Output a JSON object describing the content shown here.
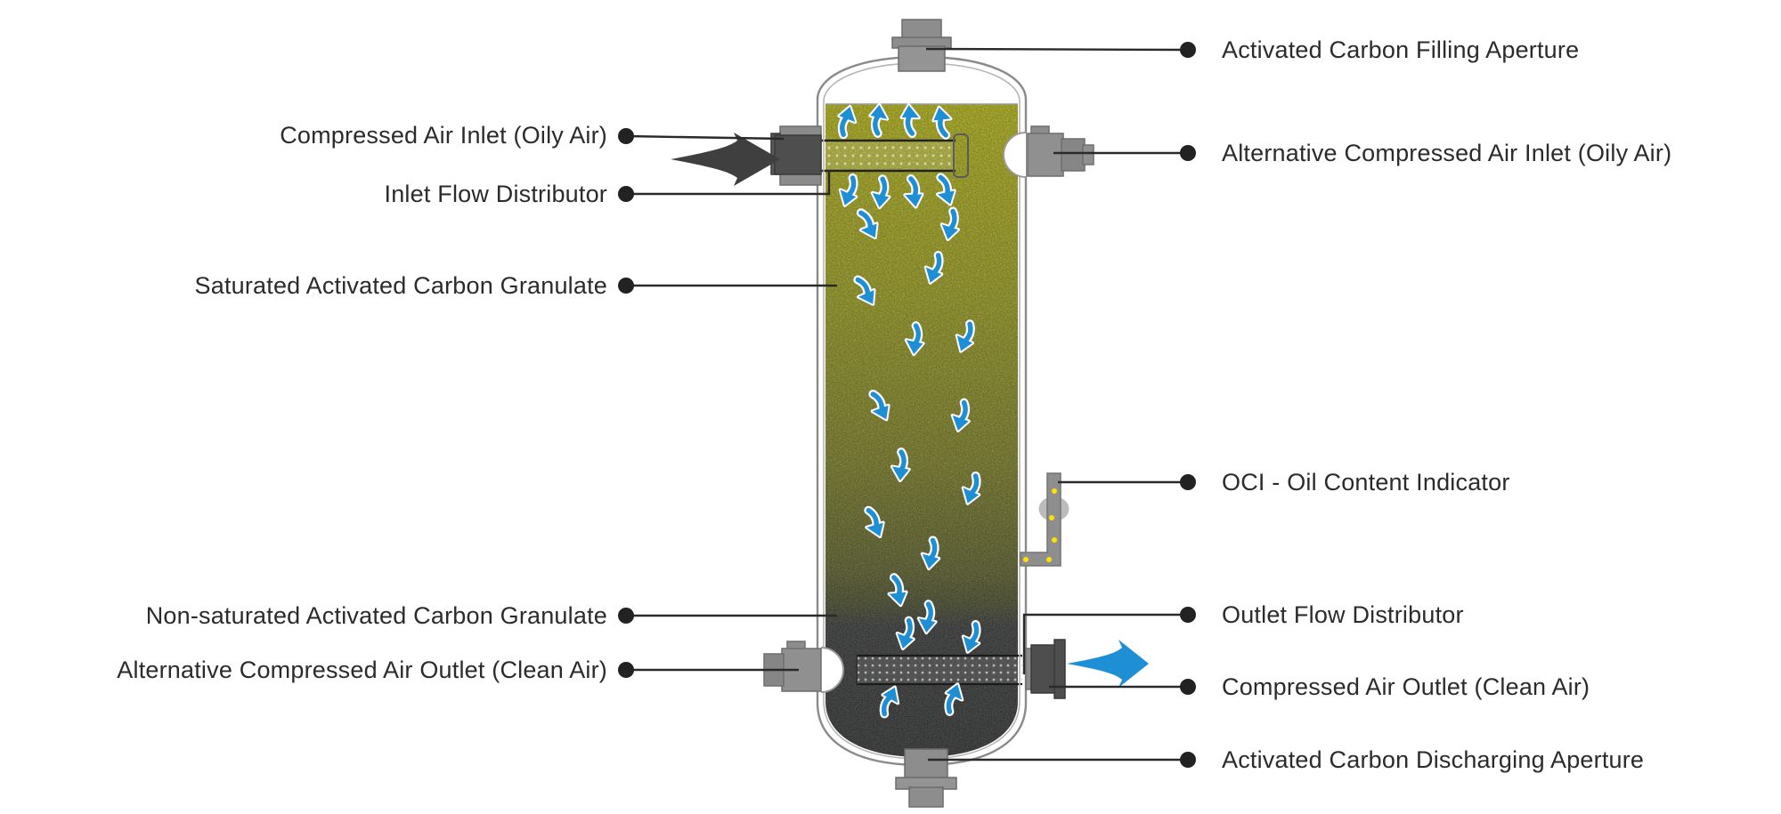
{
  "diagram": {
    "subject": "activated-carbon-compressed-air-filter-vessel",
    "labels": {
      "left": [
        "Compressed Air Inlet (Oily Air)",
        "Inlet Flow Distributor",
        "Saturated Activated Carbon Granulate",
        "Non-saturated Activated Carbon Granulate",
        "Alternative Compressed Air Outlet (Clean Air)"
      ],
      "right": [
        "Activated Carbon Filling Aperture",
        "Alternative Compressed Air Inlet (Oily Air)",
        "OCI - Oil Content Indicator",
        "Outlet Flow Distributor",
        "Compressed Air Outlet (Clean Air)",
        "Activated Carbon Discharging Aperture"
      ]
    },
    "colors": {
      "flow_arrow_blue": "#1e8fd5",
      "inlet_arrow_dark": "#3f3f3f",
      "saturated_carbon_yellow": "#b9ba16",
      "non_saturated_carbon_dark": "#2e2f32",
      "metal_gray": "#8d8d8d",
      "metal_dark_gray": "#4e4e4e",
      "callout_line": "#2a2a2a",
      "label_text": "#2b2b2b",
      "oci_droplet_yellow": "#ffe000"
    }
  }
}
